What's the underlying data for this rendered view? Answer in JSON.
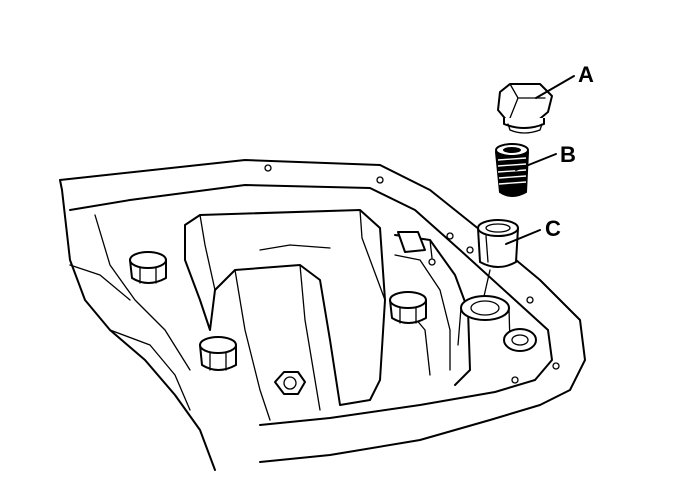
{
  "callouts": {
    "a": {
      "label": "A",
      "part": "plug-bolt"
    },
    "b": {
      "label": "B",
      "part": "spring"
    },
    "c": {
      "label": "C",
      "part": "sleeve"
    }
  },
  "colors": {
    "line": "#000000",
    "background": "#ffffff"
  }
}
